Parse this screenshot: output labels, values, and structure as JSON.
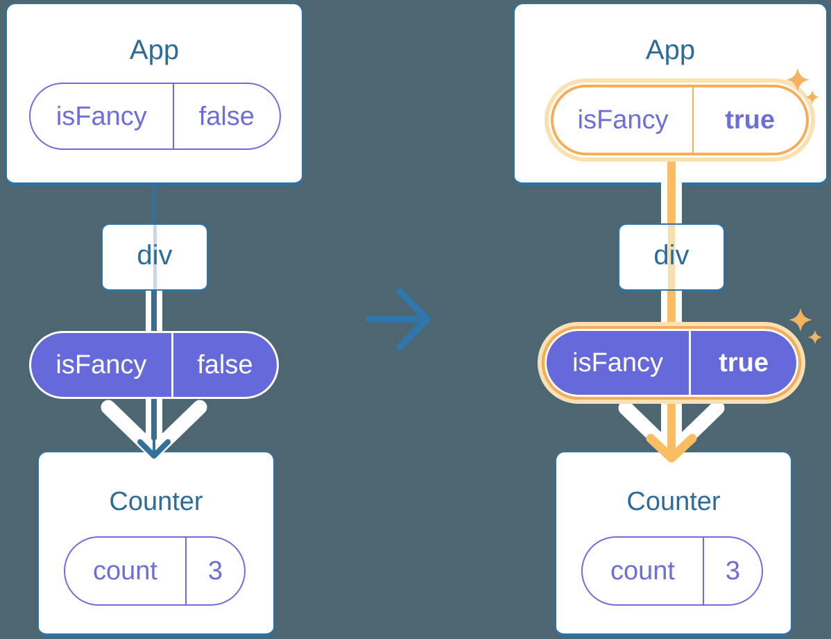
{
  "colors": {
    "bg": "#4C6772",
    "card-border": "#2F73A5",
    "heading": "#2B6C9C",
    "purple": "#6C6EDC",
    "purple-fill": "#6669DA",
    "line-blue": "#31719E",
    "faded-blue": "#C7D6E9",
    "orange-ring": "#F6AD55",
    "orange-line": "#FABD62",
    "peach": "#FBE0B2",
    "faded-peach": "#FADFAE",
    "sparkle": "#F4B45F",
    "arrow-blue": "#2F76AB"
  },
  "icons": {
    "transition_arrow": "arrow-right-icon",
    "flow_arrow": "arrow-down-icon",
    "highlight": "sparkles-icon"
  },
  "before": {
    "app": {
      "title": "App",
      "prop": {
        "name": "isFancy",
        "value": "false"
      }
    },
    "container": {
      "label": "div"
    },
    "passed_prop": {
      "name": "isFancy",
      "value": "false"
    },
    "counter": {
      "title": "Counter",
      "state": {
        "name": "count",
        "value": "3"
      }
    }
  },
  "after": {
    "app": {
      "title": "App",
      "prop": {
        "name": "isFancy",
        "value": "true"
      }
    },
    "container": {
      "label": "div"
    },
    "passed_prop": {
      "name": "isFancy",
      "value": "true"
    },
    "counter": {
      "title": "Counter",
      "state": {
        "name": "count",
        "value": "3"
      }
    }
  }
}
